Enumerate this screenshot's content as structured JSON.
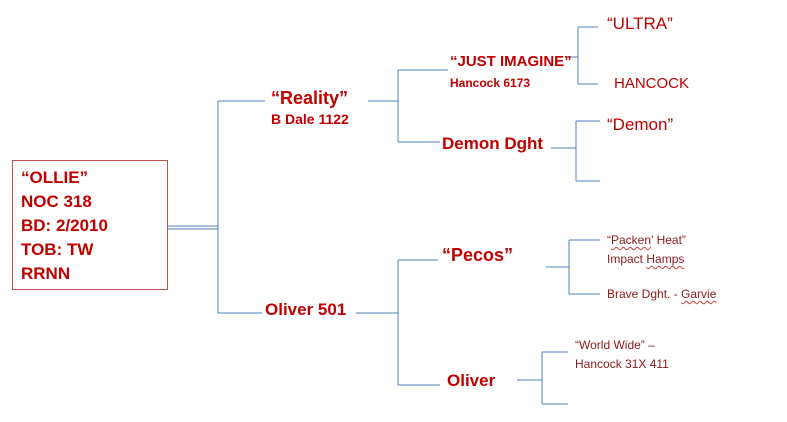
{
  "root": {
    "lines": [
      "“OLLIE”",
      "NOC 318",
      "BD:  2/2010",
      "TOB: TW",
      "RRNN"
    ]
  },
  "sire": {
    "name": "“Reality”",
    "reg": "B Dale 1122"
  },
  "sire_sire": {
    "name": "“JUST IMAGINE”",
    "reg": "Hancock 6173"
  },
  "sire_sire_sire": {
    "name": "“ULTRA”"
  },
  "sire_sire_dam": {
    "name": "HANCOCK"
  },
  "sire_dam": {
    "name": "Demon Dght"
  },
  "sire_dam_sire": {
    "name": "“Demon”"
  },
  "dam": {
    "name": "Oliver 501"
  },
  "dam_sire": {
    "name": "“Pecos”"
  },
  "dam_sire_sire": {
    "name_prefix": "“",
    "name_word": "Packen",
    "name_suffix": "’ Heat”",
    "reg_prefix": "Impact ",
    "reg_word": "Hamps"
  },
  "dam_sire_dam": {
    "name_prefix": "Brave Dght. - ",
    "name_word": "Garvie"
  },
  "dam_dam": {
    "name": "Oliver"
  },
  "dam_dam_sire": {
    "name": "“World Wide” –",
    "reg": "Hancock 31X 411"
  },
  "colors": {
    "line": "#4f81bd",
    "label": "#c00000",
    "box_border": "#c0504d"
  }
}
